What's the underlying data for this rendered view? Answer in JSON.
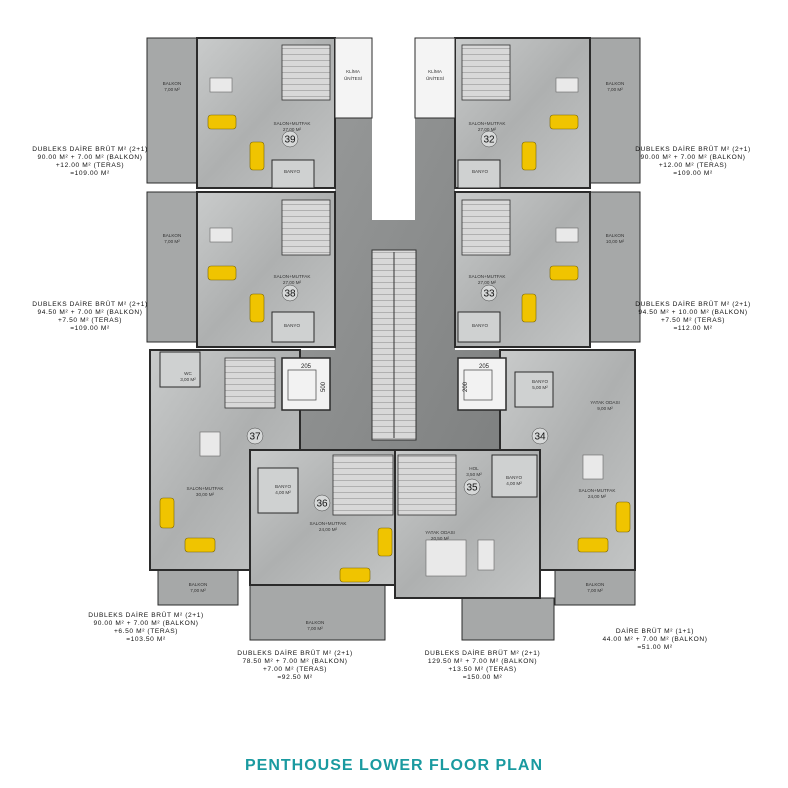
{
  "title": "PENTHOUSE LOWER FLOOR PLAN",
  "colors": {
    "accent": "#1a9aa0",
    "marble": "#b9bbbb",
    "corridor": "#8f9191",
    "furniture": "#f0c400",
    "wall": "#2b2b2b"
  },
  "units": [
    {
      "number": "39",
      "salon_label": "SALON+MUTFAK",
      "salon_area": "27,00 M²",
      "banyo_label": "BANYO",
      "balkon_label": "BALKON",
      "balkon_area": "7,00 M²"
    },
    {
      "number": "32",
      "salon_label": "SALON+MUTFAK",
      "salon_area": "27,00 M²",
      "banyo_label": "BANYO",
      "balkon_label": "BALKON",
      "balkon_area": "7,00 M²"
    },
    {
      "number": "38",
      "salon_label": "SALON+MUTFAK",
      "salon_area": "27,00 M²",
      "banyo_label": "BANYO",
      "balkon_label": "BALKON",
      "balkon_area": "7,00 M²"
    },
    {
      "number": "33",
      "salon_label": "SALON+MUTFAK",
      "salon_area": "27,00 M²",
      "banyo_label": "BANYO",
      "balkon_label": "BALKON",
      "balkon_area": "10,00 M²"
    },
    {
      "number": "37",
      "salon_label": "SALON+MUTFAK",
      "salon_area": "30,00 M²",
      "wc_label": "WC",
      "wc_area": "3,00 M²",
      "balkon_label": "BALKON",
      "balkon_area": "7,00 M²"
    },
    {
      "number": "36",
      "salon_label": "SALON+MUTFAK",
      "salon_area": "24,00 M²",
      "banyo_label": "BANYO",
      "banyo_area": "4,00 M²",
      "balkon_label": "BALKON",
      "balkon_area": "7,00 M²"
    },
    {
      "number": "35",
      "yatak_label": "YATAK ODASI",
      "yatak_area": "20,50 M²",
      "hol_label": "HOL",
      "hol_area": "3,50 M²",
      "banyo_label": "BANYO",
      "banyo_area": "4,00 M²"
    },
    {
      "number": "34",
      "salon_label": "SALON+MUTFAK",
      "salon_area": "24,00 M²",
      "yatak_label": "YATAK ODASI",
      "yatak_area": "9,00 M²",
      "banyo_label": "BANYO",
      "banyo_area": "5,00 M²",
      "balkon_label": "BALKON",
      "balkon_area": "7,00 M²"
    }
  ],
  "klima": {
    "line1": "KLİMA",
    "line2": "ÜNİTESİ"
  },
  "elevators": [
    {
      "w": "205",
      "h": "500"
    },
    {
      "w": "205",
      "h": "200"
    }
  ],
  "annotations": [
    {
      "id": "a39",
      "lines": [
        "DUBLEKS DAİRE BRÜT M² (2+1)",
        "90.00 M² + 7.00 M² (BALKON)",
        "+12.00 M² (TERAS)",
        "=109.00 M²"
      ]
    },
    {
      "id": "a32",
      "lines": [
        "DUBLEKS DAİRE BRÜT M² (2+1)",
        "90.00 M² + 7.00 M² (BALKON)",
        "+12.00 M² (TERAS)",
        "=109.00 M²"
      ]
    },
    {
      "id": "a38",
      "lines": [
        "DUBLEKS DAİRE BRÜT M² (2+1)",
        "94.50 M² + 7.00 M² (BALKON)",
        "+7.50 M² (TERAS)",
        "=109.00 M²"
      ]
    },
    {
      "id": "a33",
      "lines": [
        "DUBLEKS DAİRE BRÜT M² (2+1)",
        "94.50 M² + 10.00 M² (BALKON)",
        "+7.50 M² (TERAS)",
        "=112.00 M²"
      ]
    },
    {
      "id": "a37",
      "lines": [
        "DUBLEKS DAİRE BRÜT M² (2+1)",
        "90.00 M² + 7.00 M² (BALKON)",
        "+6.50 M² (TERAS)",
        "=103.50 M²"
      ]
    },
    {
      "id": "a36",
      "lines": [
        "DUBLEKS DAİRE BRÜT M² (2+1)",
        "78.50 M² + 7.00 M² (BALKON)",
        "+7.00 M² (TERAS)",
        "=92.50 M²"
      ]
    },
    {
      "id": "a35",
      "lines": [
        "DUBLEKS DAİRE BRÜT M² (2+1)",
        "129.50 M² + 7.00 M² (BALKON)",
        "+13.50 M² (TERAS)",
        "=150.00 M²"
      ]
    },
    {
      "id": "a34",
      "lines": [
        "DAİRE BRÜT M² (1+1)",
        "44.00 M² + 7.00 M² (BALKON)",
        "=51.00 M²"
      ]
    }
  ]
}
